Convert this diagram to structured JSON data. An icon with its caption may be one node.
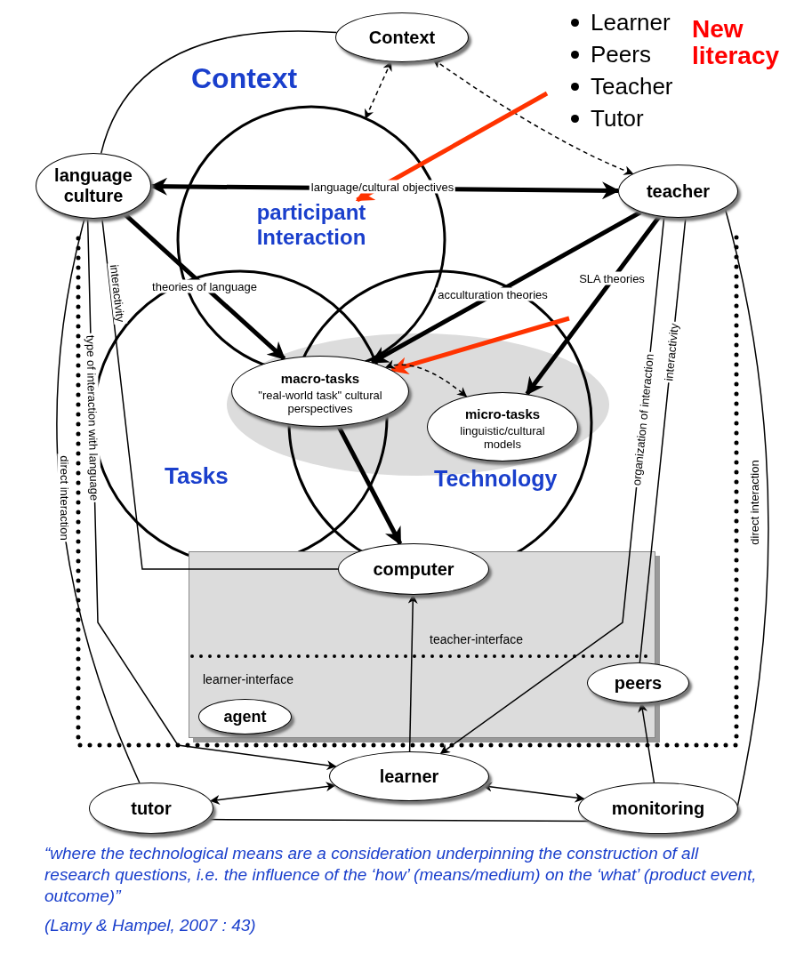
{
  "diagram": {
    "nodes": [
      {
        "text": [
          "Context"
        ]
      },
      {
        "text": [
          "language culture"
        ]
      },
      {
        "text": [
          "teacher"
        ]
      },
      {
        "text": [
          "participant Interaction"
        ]
      },
      {
        "text": [
          "macro-tasks",
          "\"real-world task\" cultural perspectives"
        ]
      },
      {
        "text": [
          "micro-tasks",
          "linguistic/cultural models"
        ]
      },
      {
        "text": [
          "computer"
        ]
      },
      {
        "text": [
          "teacher-interface",
          "learner-interface"
        ]
      },
      {
        "text": [
          "agent"
        ],
        "in": 7
      },
      {
        "text": [
          "peers"
        ]
      },
      {
        "text": [
          "learner"
        ]
      },
      {
        "text": [
          "tutor"
        ]
      },
      {
        "text": [
          "monitoring"
        ]
      }
    ],
    "edges": [
      {
        "from": 0,
        "to": 1,
        "arrow": "none"
      },
      {
        "from": 0,
        "to": null,
        "arrow": "both",
        "style": "dashed"
      },
      {
        "from": 0,
        "to": 2,
        "arrow": "both",
        "style": "dashed"
      },
      {
        "from": 1,
        "to": 2,
        "arrow": "both",
        "style": "thick",
        "label": "language/cultural objectives"
      },
      {
        "from": 1,
        "to": 4,
        "arrow": "to",
        "style": "thick",
        "label": "theories of language"
      },
      {
        "from": 2,
        "to": 5,
        "arrow": "to",
        "style": "thick",
        "label": "SLA theories"
      },
      {
        "from": 2,
        "to": 4,
        "arrow": "to",
        "style": "thick",
        "label": "acculturation theories"
      },
      {
        "from": null,
        "to": 3,
        "arrow": "to",
        "style": "thick",
        "color": "#ff3300"
      },
      {
        "from": null,
        "to": 4,
        "arrow": "to",
        "style": "thick",
        "color": "#ff3300"
      },
      {
        "from": 4,
        "to": 5,
        "arrow": "both",
        "style": "dashed"
      },
      {
        "from": 4,
        "to": 6,
        "arrow": "to",
        "style": "thick"
      },
      {
        "from": 10,
        "to": 6,
        "arrow": "to"
      },
      {
        "from": 1,
        "to": 10,
        "arrow": "to",
        "label": "type of interaction with language"
      },
      {
        "from": 1,
        "to": 6,
        "arrow": "none",
        "label": "interactivity"
      },
      {
        "from": 1,
        "to": 11,
        "arrow": "none",
        "label": "direct interaction"
      },
      {
        "from": 2,
        "to": 10,
        "arrow": "to",
        "label": "organization of interaction"
      },
      {
        "from": 2,
        "to": 9,
        "arrow": "none",
        "label": "interactivity"
      },
      {
        "from": 2,
        "to": 12,
        "arrow": "none",
        "label": "direct interaction"
      },
      {
        "from": 10,
        "to": 11,
        "arrow": "both"
      },
      {
        "from": 10,
        "to": 12,
        "arrow": "both"
      },
      {
        "from": 11,
        "to": 12,
        "arrow": "none"
      },
      {
        "from": 12,
        "to": 9,
        "arrow": "to"
      }
    ],
    "labels": [
      "Context",
      "Learner",
      "Peers",
      "Teacher",
      "Tutor",
      "New literacy",
      "Tasks",
      "Technology",
      "“where the technological means are a consideration underpinning the construction of all research questions, i.e. the influence of the ‘how’ (means/medium) on the ‘what’ (product event, outcome)”",
      "(Lamy & Hampel, 2007 : 43)"
    ]
  }
}
